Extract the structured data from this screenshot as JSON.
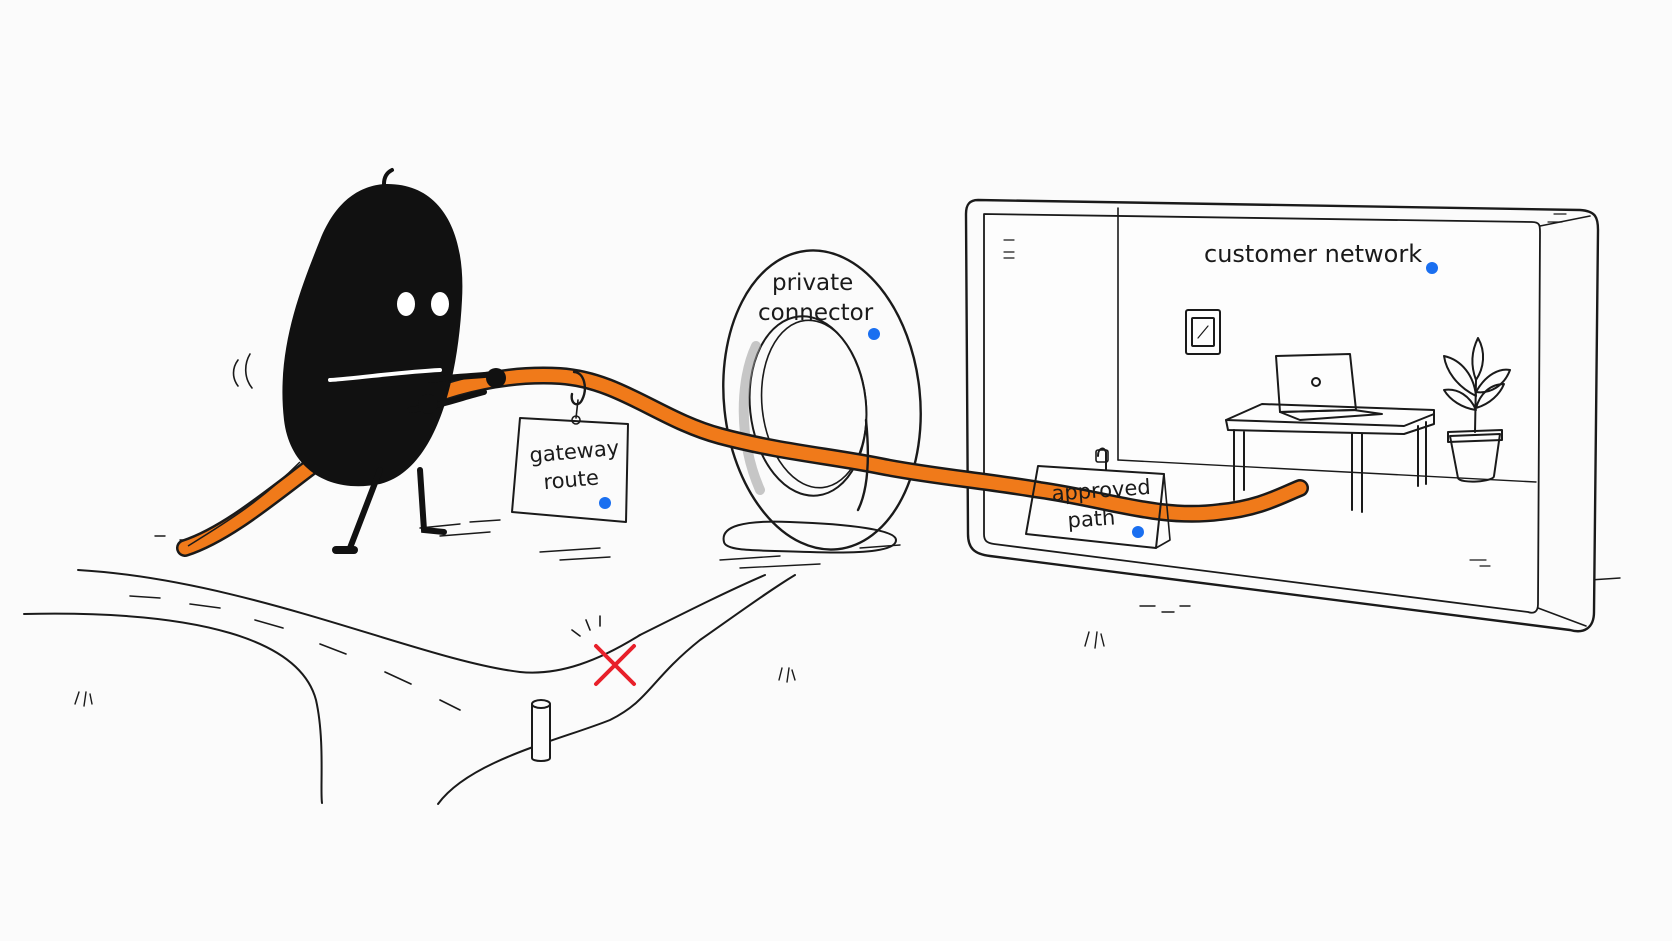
{
  "labels": {
    "gateway_route": [
      "gateway",
      "route"
    ],
    "private_connector": [
      "private",
      "connector"
    ],
    "approved_path": [
      "approved",
      "path"
    ],
    "customer_network": "customer network"
  },
  "colors": {
    "cable": "#f07a1a",
    "ink": "#1a1a1a",
    "marker_dot": "#1a6ff0",
    "blocked_x": "#e8202a",
    "background": "#fbfbfb"
  },
  "icons": {
    "character": "black-blob-character",
    "blocked": "red-x-icon",
    "device": "laptop-icon",
    "decor": "potted-plant-icon"
  }
}
